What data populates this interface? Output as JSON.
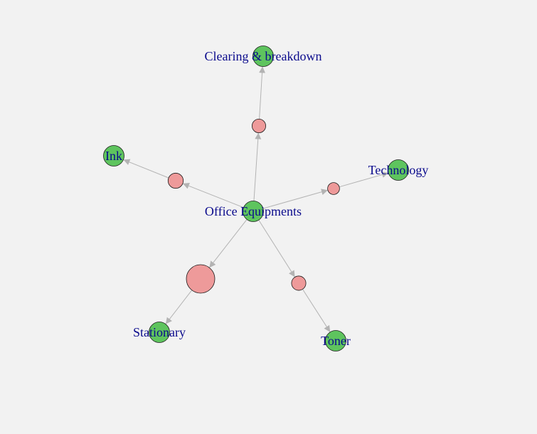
{
  "colors": {
    "background": "#f2f2f2",
    "item_node": "#5ec45e",
    "rule_node": "#ee9a9a",
    "node_stroke": "#1a1a1a",
    "edge": "#b3b3b3",
    "label": "#0a0a8c"
  },
  "nodes": [
    {
      "id": "office",
      "label": "Office Equipments",
      "kind": "item"
    },
    {
      "id": "clearing",
      "label": "Clearing & breakdown",
      "kind": "item"
    },
    {
      "id": "ink",
      "label": "Ink",
      "kind": "item"
    },
    {
      "id": "technology",
      "label": "Technology",
      "kind": "item"
    },
    {
      "id": "stationary",
      "label": "Stationary",
      "kind": "item"
    },
    {
      "id": "toner",
      "label": "Toner",
      "kind": "item"
    },
    {
      "id": "rule-clearing",
      "label": "",
      "kind": "rule",
      "size": 0.33
    },
    {
      "id": "rule-ink",
      "label": "",
      "kind": "rule",
      "size": 0.4
    },
    {
      "id": "rule-technology",
      "label": "",
      "kind": "rule",
      "size": 0.25
    },
    {
      "id": "rule-stationary",
      "label": "",
      "kind": "rule",
      "size": 1.0
    },
    {
      "id": "rule-toner",
      "label": "",
      "kind": "rule",
      "size": 0.36
    }
  ],
  "edges": [
    {
      "from": "office",
      "to": "rule-clearing"
    },
    {
      "from": "rule-clearing",
      "to": "clearing"
    },
    {
      "from": "office",
      "to": "rule-ink"
    },
    {
      "from": "rule-ink",
      "to": "ink"
    },
    {
      "from": "office",
      "to": "rule-technology"
    },
    {
      "from": "rule-technology",
      "to": "technology"
    },
    {
      "from": "office",
      "to": "rule-stationary"
    },
    {
      "from": "rule-stationary",
      "to": "stationary"
    },
    {
      "from": "office",
      "to": "rule-toner"
    },
    {
      "from": "rule-toner",
      "to": "toner"
    }
  ]
}
